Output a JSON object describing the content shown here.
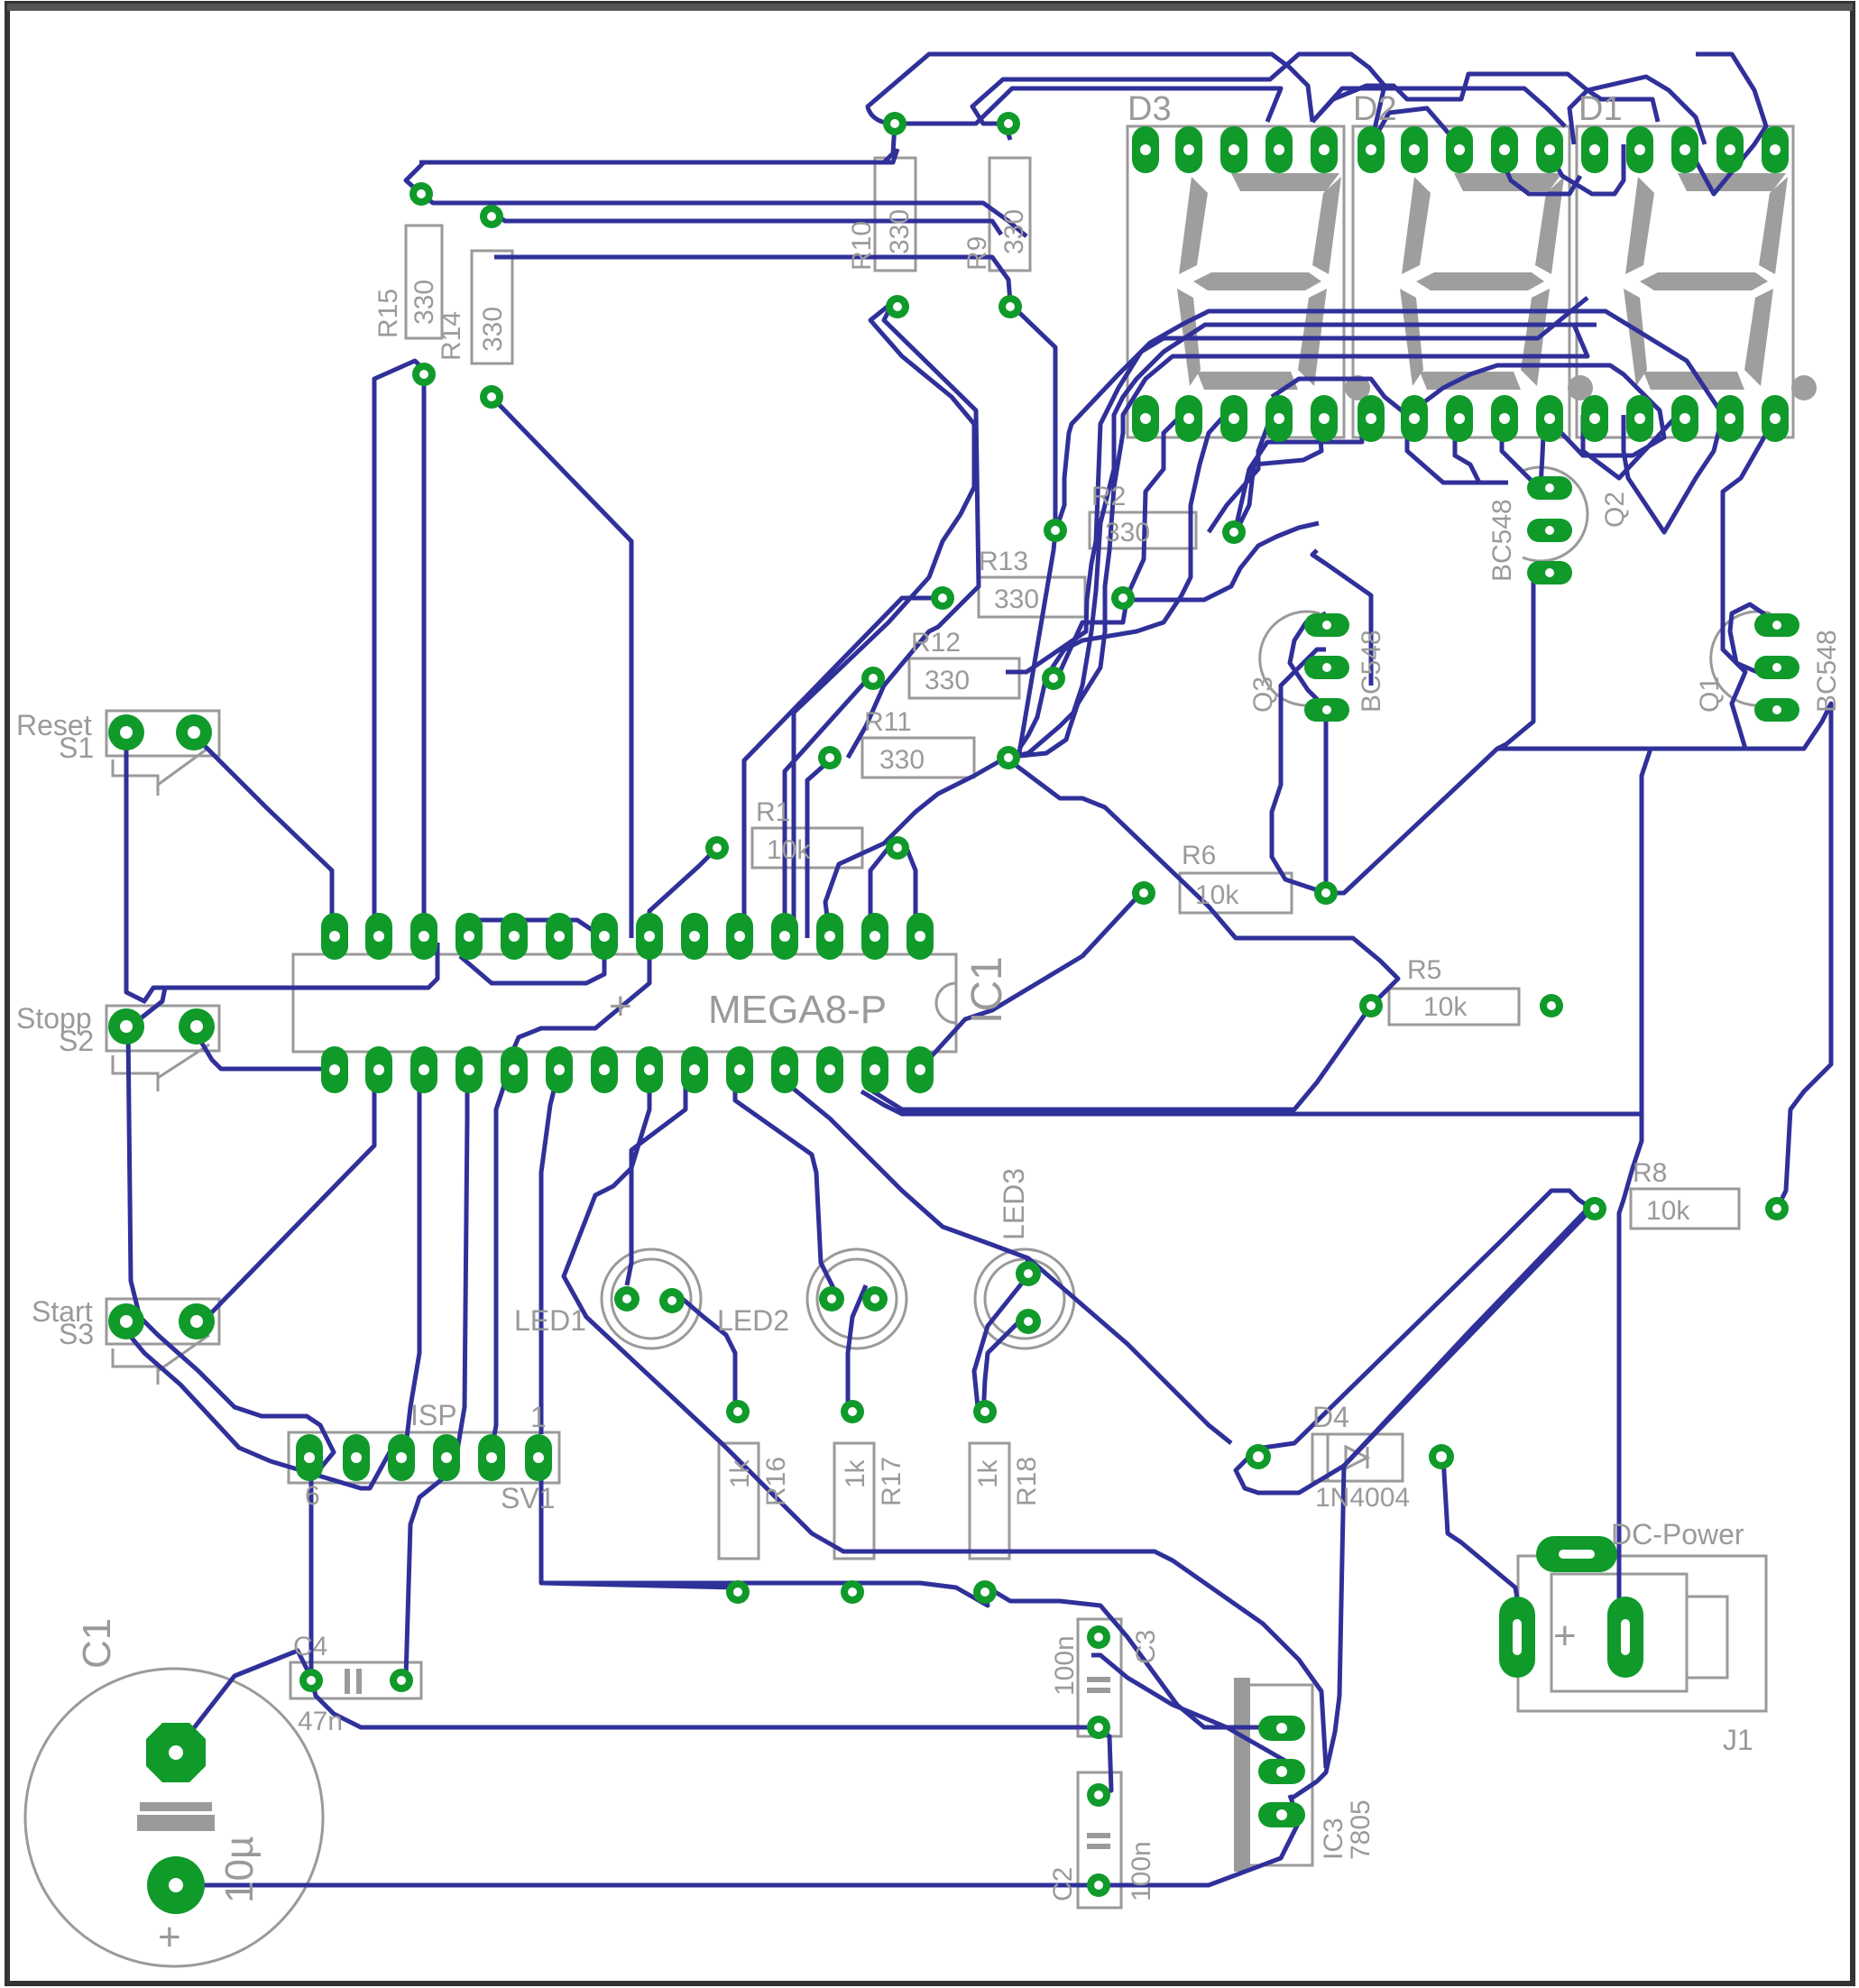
{
  "board": {
    "colors": {
      "trace": "#30309a",
      "pad": "#0f9a2a",
      "drill": "#ffffff",
      "silk": "#9a9a9a",
      "segment": "#9e9e9e",
      "outline": "#333333"
    }
  },
  "labels": {
    "d3": "D3",
    "d2": "D2",
    "d1": "D1",
    "r10": "R10",
    "r10_val": "330",
    "r9": "R9",
    "r9_val": "330",
    "r15": "R15",
    "r15_val": "330",
    "r14": "R14",
    "r14_val": "330",
    "r2": "R2",
    "r2_val": "330",
    "r13": "R13",
    "r13_val": "330",
    "r12": "R12",
    "r12_val": "330",
    "r11": "R11",
    "r11_val": "330",
    "r1": "R1",
    "r1_val": "10k",
    "r6": "R6",
    "r6_val": "10k",
    "r5": "R5",
    "r5_val": "10k",
    "r8": "R8",
    "r8_val": "10k",
    "r16": "R16",
    "r16_val": "1k",
    "r17": "R17",
    "r17_val": "1k",
    "r18": "R18",
    "r18_val": "1k",
    "q2": "Q2",
    "q2_type": "BC548",
    "q3": "Q3",
    "q3_type": "BC548",
    "q1": "Q1",
    "q1_type": "BC548",
    "reset": "Reset",
    "s1": "S1",
    "stopp": "Stopp",
    "s2": "S2",
    "start": "Start",
    "s3": "S3",
    "ic1": "IC1",
    "ic1_type": "MEGA8-P",
    "led1": "LED1",
    "led2": "LED2",
    "led3": "LED3",
    "isp": "ISP",
    "sv1": "SV1",
    "isp_pin1": "1",
    "isp_pin6": "6",
    "d4": "D4",
    "d4_type": "1N4004",
    "dc_power": "DC-Power",
    "j1": "J1",
    "c1": "C1",
    "c1_val": "10µ",
    "c4": "C4",
    "c4_val": "47n",
    "c3": "C3",
    "c3_val": "100n",
    "c2": "C2",
    "c2_val": "100n",
    "ic3": "IC3",
    "ic3_type": "7805",
    "plus": "+"
  }
}
